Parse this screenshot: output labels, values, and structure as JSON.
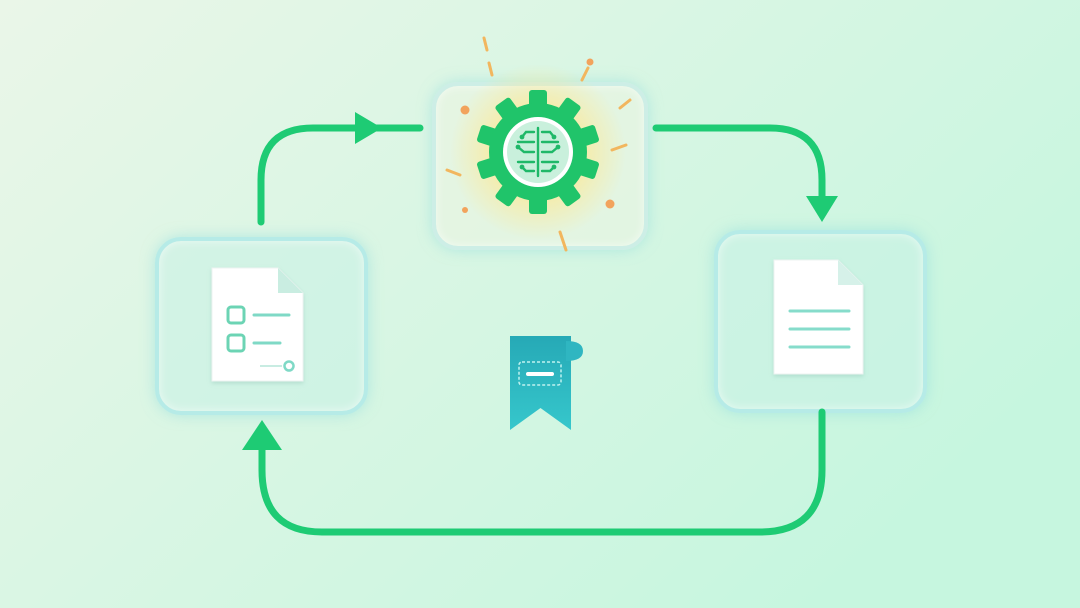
{
  "diagram": {
    "nodes": [
      {
        "id": "input-checklist",
        "icon": "checklist-document-icon"
      },
      {
        "id": "ai-processor",
        "icon": "gear-brain-icon"
      },
      {
        "id": "output-document",
        "icon": "text-document-icon"
      }
    ],
    "center_icon": "bookmark-tag-icon",
    "edges": [
      {
        "from": "input-checklist",
        "to": "ai-processor"
      },
      {
        "from": "ai-processor",
        "to": "output-document"
      },
      {
        "from": "output-document",
        "to": "input-checklist"
      }
    ]
  },
  "colors": {
    "background_from": "#e8f6e6",
    "background_to": "#c7f5df",
    "arrow": "#1ecb74",
    "gear": "#20c46a",
    "gear_glow": "#ffe27a",
    "node_border": "#b6ebe7",
    "bookmark": "#2bbcc2",
    "spark": "#f2a35c"
  }
}
